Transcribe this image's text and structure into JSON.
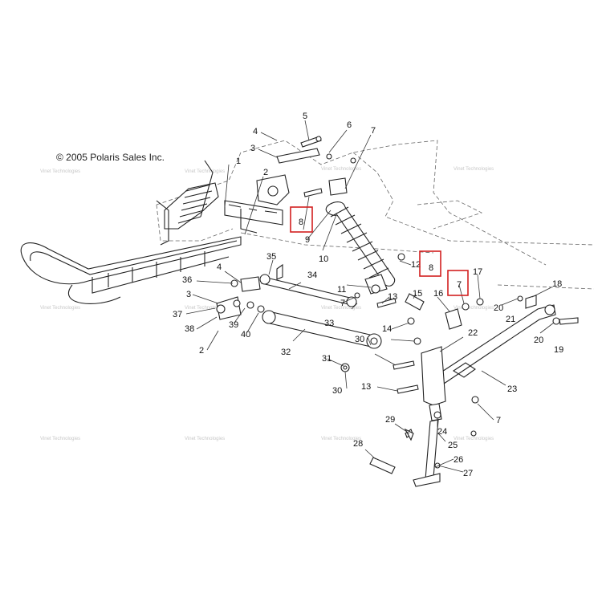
{
  "copyright": "© 2005 Polaris Sales Inc.",
  "watermark": "Vinet Technologies",
  "callouts": {
    "c1": "1",
    "c2a": "2",
    "c2b": "2",
    "c3a": "3",
    "c3b": "3",
    "c4a": "4",
    "c4b": "4",
    "c5": "5",
    "c6": "6",
    "c7a": "7",
    "c7b": "7",
    "c7c": "7",
    "c7d": "7",
    "c8a": "8",
    "c8b": "8",
    "c9": "9",
    "c10": "10",
    "c11": "11",
    "c12": "12",
    "c13a": "13",
    "c13b": "13",
    "c14": "14",
    "c15": "15",
    "c16": "16",
    "c17": "17",
    "c18": "18",
    "c19": "19",
    "c20a": "20",
    "c20b": "20",
    "c21": "21",
    "c22": "22",
    "c23": "23",
    "c24": "24",
    "c25": "25",
    "c26": "26",
    "c27": "27",
    "c28": "28",
    "c29": "29",
    "c30a": "30",
    "c30b": "30",
    "c31": "31",
    "c32": "32",
    "c33": "33",
    "c34": "34",
    "c35": "35",
    "c36": "36",
    "c37": "37",
    "c38": "38",
    "c39": "39",
    "c40": "40"
  },
  "highlight_color": "#d21f1f"
}
